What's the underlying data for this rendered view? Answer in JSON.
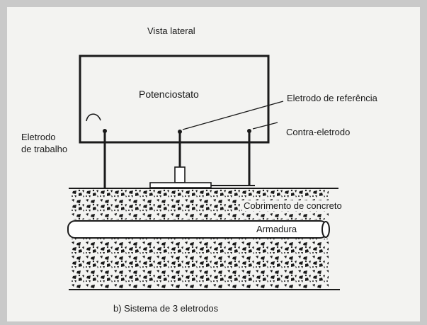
{
  "diagram": {
    "view_title": "Vista lateral",
    "instrument_label": "Potenciostato",
    "labels": {
      "working_electrode_line1": "Eletrodo",
      "working_electrode_line2": "de trabalho",
      "reference_electrode": "Eletrodo de referência",
      "counter_electrode": "Contra-eletrodo",
      "concrete_cover": "Cobrimento de concreto",
      "rebar": "Armadura"
    },
    "caption": "b) Sistema de 3 eletrodos"
  },
  "colors": {
    "paper": "#f3f3f1",
    "ink": "#1a1a1a",
    "background": "#c9c9c9"
  }
}
